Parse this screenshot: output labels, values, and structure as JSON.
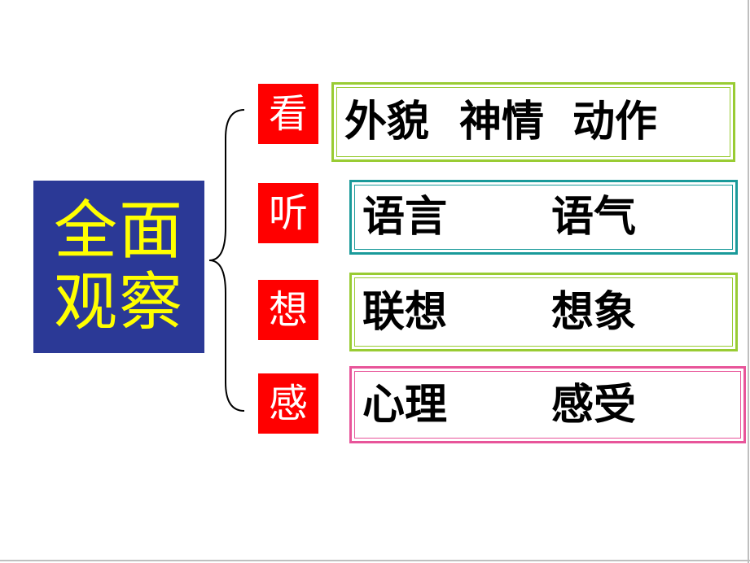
{
  "colors": {
    "main_box_bg": "#2b3996",
    "main_text": "#ffff00",
    "label_bg": "#ff0000",
    "label_text": "#ffffff",
    "brace": "#000000",
    "border_green": "#99cc33",
    "border_teal": "#1a9a9a",
    "border_pink": "#e8559a"
  },
  "main": {
    "line1": "全面",
    "line2": "观察"
  },
  "rows": [
    {
      "label": "看",
      "border_color": "#99cc33",
      "items": [
        "外貌",
        "神情",
        "动作"
      ]
    },
    {
      "label": "听",
      "border_color": "#1a9a9a",
      "items": [
        "语言",
        "语气"
      ]
    },
    {
      "label": "想",
      "border_color": "#99cc33",
      "items": [
        "联想",
        "想象"
      ]
    },
    {
      "label": "感",
      "border_color": "#e8559a",
      "items": [
        "心理",
        "感受"
      ]
    }
  ]
}
